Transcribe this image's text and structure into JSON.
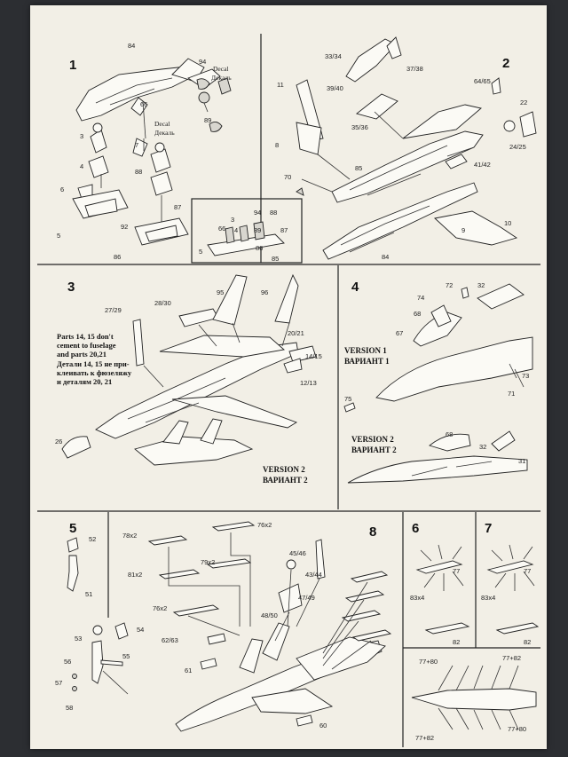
{
  "steps": {
    "s1": "1",
    "s2": "2",
    "s3": "3",
    "s4": "4",
    "s5": "5",
    "s6": "6",
    "s7": "7",
    "s8": "8"
  },
  "step1": {
    "labels": {
      "p84": "84",
      "p94": "94",
      "p66": "66",
      "p7": "7",
      "p89": "89",
      "p3": "3",
      "p4": "4",
      "p88": "88",
      "p6": "6",
      "p87": "87",
      "p5": "5",
      "p92": "92",
      "p86": "86"
    },
    "decal1": [
      "Decal",
      "Декаль"
    ],
    "decal2": [
      "Decal",
      "Декаль"
    ],
    "inset": {
      "l66": "66",
      "l5": "5",
      "l3": "3",
      "l4": "4",
      "l94": "94",
      "l89": "89",
      "l88": "88",
      "l87": "87",
      "l86": "86",
      "l85": "85"
    }
  },
  "step2": {
    "labels": {
      "p33_34": "33/34",
      "p37_38": "37/38",
      "p11": "11",
      "p39_40": "39/40",
      "p35_36": "35/36",
      "p64_65": "64/65",
      "p22": "22",
      "p24_25": "24/25",
      "p8": "8",
      "p85": "85",
      "p41_42": "41/42",
      "p70": "70",
      "p9": "9",
      "p10": "10",
      "p84": "84"
    }
  },
  "step3": {
    "labels": {
      "p27_29": "27/29",
      "p28_30": "28/30",
      "p95": "95",
      "p96": "96",
      "p20_21": "20/21",
      "p14_15": "14/15",
      "p12_13": "12/13",
      "p26": "26"
    },
    "note": [
      "Parts 14, 15 don't",
      "cement to fuselage",
      "and parts 20,21",
      "Детали 14, 15 не при-",
      "клеивать к фюзеляжу",
      "и деталям 20, 21"
    ],
    "version2": [
      "VERSION 2",
      "ВАРИАНТ 2"
    ]
  },
  "step4": {
    "labels": {
      "p74": "74",
      "p72": "72",
      "p32": "32",
      "p68": "68",
      "p67": "67",
      "p73": "73",
      "p71": "71",
      "p75": "75",
      "p68b": "68",
      "p32b": "32",
      "p31": "31"
    },
    "version1": [
      "VERSION 1",
      "ВАРИАНТ 1"
    ],
    "version2": [
      "VERSION 2",
      "ВАРИАНТ 2"
    ]
  },
  "step5": {
    "labels": {
      "p52": "52",
      "p51": "51",
      "p53": "53",
      "p54": "54",
      "p56": "56",
      "p55": "55",
      "p57": "57",
      "p58": "58"
    }
  },
  "step8": {
    "labels": {
      "p78x2": "78x2",
      "p76x2a": "76x2",
      "p81x2": "81x2",
      "p79x2": "79x2",
      "p45_46": "45/46",
      "p43_44": "43/44",
      "p47_49": "47/49",
      "p76x2b": "76x2",
      "p48_50": "48/50",
      "p62_63": "62/63",
      "p61": "61",
      "p60": "60"
    }
  },
  "step6": {
    "labels": {
      "p77": "77",
      "p83x4": "83x4",
      "p82": "82"
    }
  },
  "step7": {
    "labels": {
      "p77": "77",
      "p83x4": "83x4",
      "p82": "82"
    }
  },
  "bottom": {
    "labels": {
      "a": "77+80",
      "b": "77+82",
      "c": "77+80",
      "d": "77+82"
    }
  }
}
